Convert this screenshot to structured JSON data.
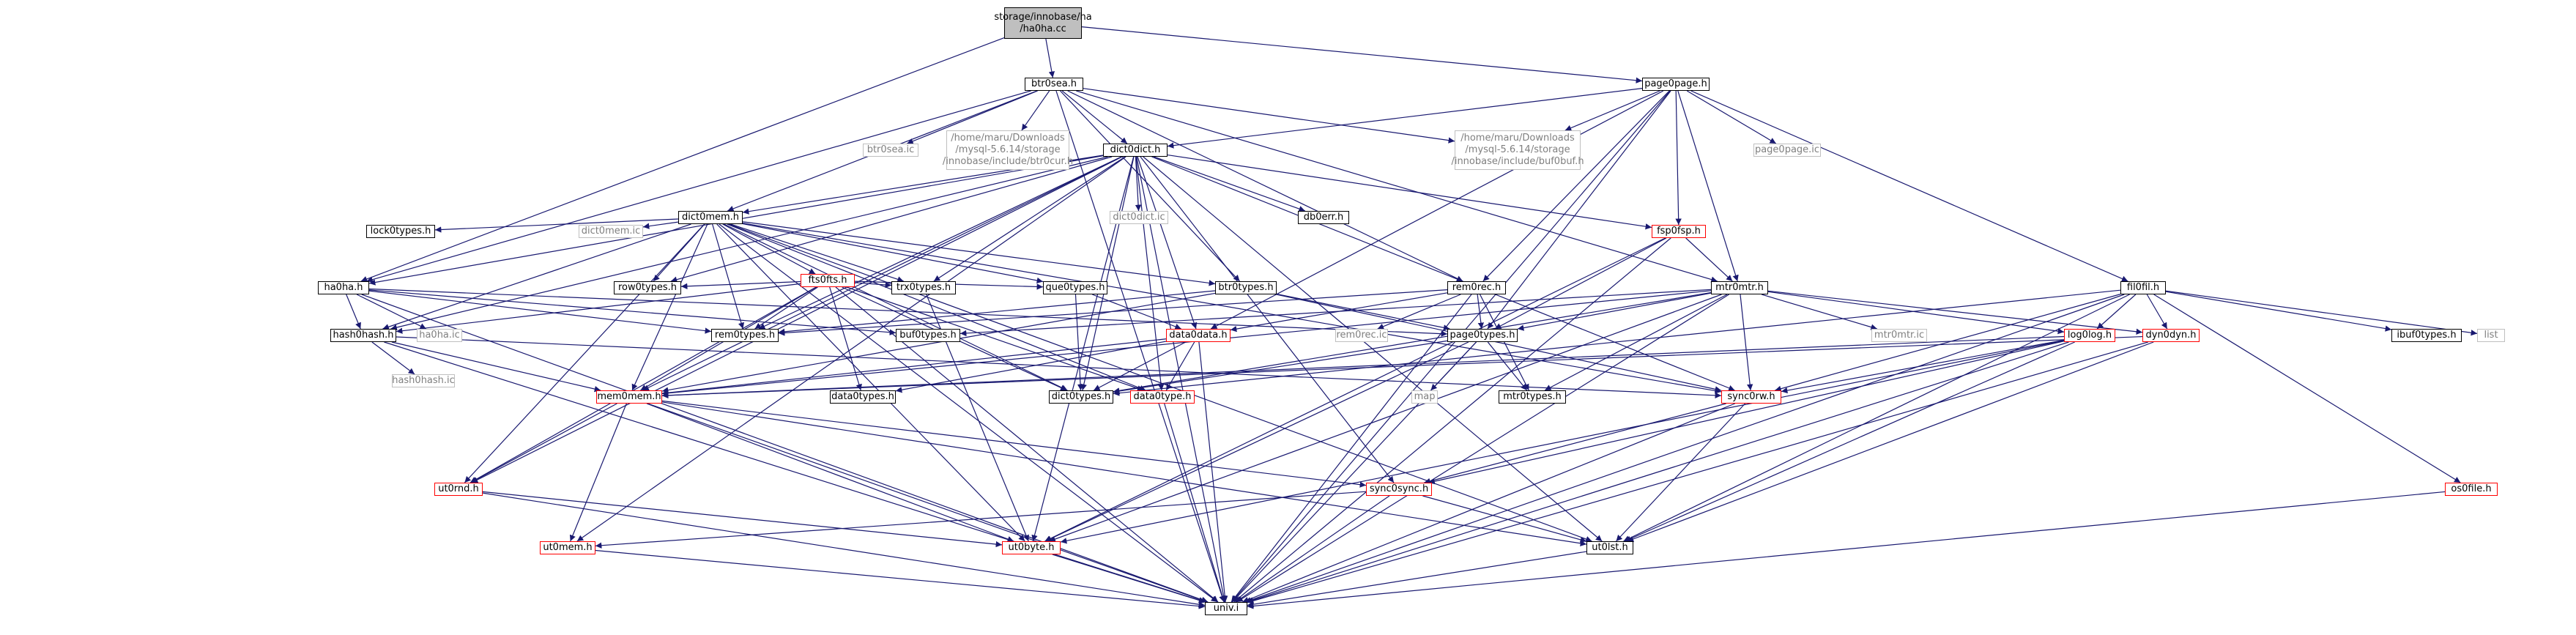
{
  "nodes": {
    "root": {
      "label": "storage/innobase/ha\n/ha0ha.cc",
      "style": "root"
    },
    "btr0sea_h": {
      "label": "btr0sea.h",
      "style": "plain"
    },
    "page0page_h": {
      "label": "page0page.h",
      "style": "plain"
    },
    "btr0sea_ic": {
      "label": "btr0sea.ic",
      "style": "grey"
    },
    "btr0cur_h": {
      "label": "/home/maru/Downloads\n/mysql-5.6.14/storage\n/innobase/include/btr0cur.h",
      "style": "grey"
    },
    "dict0dict_h": {
      "label": "dict0dict.h",
      "style": "plain"
    },
    "buf0buf_h": {
      "label": "/home/maru/Downloads\n/mysql-5.6.14/storage\n/innobase/include/buf0buf.h",
      "style": "grey"
    },
    "page0page_ic": {
      "label": "page0page.ic",
      "style": "grey"
    },
    "dict0dict_ic": {
      "label": "dict0dict.ic",
      "style": "grey"
    },
    "db0err_h": {
      "label": "db0err.h",
      "style": "plain"
    },
    "dict0mem_h": {
      "label": "dict0mem.h",
      "style": "plain"
    },
    "fsp0fsp_h": {
      "label": "fsp0fsp.h",
      "style": "red"
    },
    "mtr0mtr_h": {
      "label": "mtr0mtr.h",
      "style": "plain"
    },
    "fil0fil_h": {
      "label": "fil0fil.h",
      "style": "plain"
    },
    "lock0types_h": {
      "label": "lock0types.h",
      "style": "plain"
    },
    "dict0mem_ic": {
      "label": "dict0mem.ic",
      "style": "grey"
    },
    "fts0fts_h": {
      "label": "fts0fts.h",
      "style": "red"
    },
    "row0types_h": {
      "label": "row0types.h",
      "style": "plain"
    },
    "trx0types_h": {
      "label": "trx0types.h",
      "style": "plain"
    },
    "que0types_h": {
      "label": "que0types.h",
      "style": "plain"
    },
    "btr0types_h": {
      "label": "btr0types.h",
      "style": "plain"
    },
    "rem0rec_h": {
      "label": "rem0rec.h",
      "style": "plain"
    },
    "mtr0mtr_ic": {
      "label": "mtr0mtr.ic",
      "style": "grey"
    },
    "log0log_h": {
      "label": "log0log.h",
      "style": "red"
    },
    "dyn0dyn_h": {
      "label": "dyn0dyn.h",
      "style": "red"
    },
    "ibuf0types_h": {
      "label": "ibuf0types.h",
      "style": "plain"
    },
    "list": {
      "label": "list",
      "style": "grey"
    },
    "ha0ha_h": {
      "label": "ha0ha.h",
      "style": "plain"
    },
    "ha0ha_ic": {
      "label": "ha0ha.ic",
      "style": "grey"
    },
    "hash0hash_h": {
      "label": "hash0hash.h",
      "style": "plain"
    },
    "rem0types_h": {
      "label": "rem0types.h",
      "style": "plain"
    },
    "buf0types_h": {
      "label": "buf0types.h",
      "style": "plain"
    },
    "data0data_h": {
      "label": "data0data.h",
      "style": "red"
    },
    "rem0rec_ic": {
      "label": "rem0rec.ic",
      "style": "grey"
    },
    "page0types_h": {
      "label": "page0types.h",
      "style": "plain"
    },
    "os0file_h": {
      "label": "os0file.h",
      "style": "red"
    },
    "hash0hash_ic": {
      "label": "hash0hash.ic",
      "style": "grey"
    },
    "mem0mem_h": {
      "label": "mem0mem.h",
      "style": "red"
    },
    "data0types_h": {
      "label": "data0types.h",
      "style": "plain"
    },
    "dict0types_h": {
      "label": "dict0types.h",
      "style": "plain"
    },
    "data0type_h": {
      "label": "data0type.h",
      "style": "red"
    },
    "map": {
      "label": "map",
      "style": "grey"
    },
    "mtr0types_h": {
      "label": "mtr0types.h",
      "style": "plain"
    },
    "sync0rw_h": {
      "label": "sync0rw.h",
      "style": "red"
    },
    "ut0rnd_h": {
      "label": "ut0rnd.h",
      "style": "red"
    },
    "sync0sync_h": {
      "label": "sync0sync.h",
      "style": "red"
    },
    "ut0mem_h": {
      "label": "ut0mem.h",
      "style": "red"
    },
    "ut0byte_h": {
      "label": "ut0byte.h",
      "style": "red"
    },
    "ut0lst_h": {
      "label": "ut0lst.h",
      "style": "plain"
    },
    "univ_i": {
      "label": "univ.i",
      "style": "plain"
    }
  },
  "edges": [
    [
      "root",
      "btr0sea_h"
    ],
    [
      "root",
      "page0page_h"
    ],
    [
      "root",
      "ha0ha_h"
    ],
    [
      "btr0sea_h",
      "btr0sea_ic"
    ],
    [
      "btr0sea_h",
      "btr0cur_h"
    ],
    [
      "btr0sea_h",
      "dict0dict_h"
    ],
    [
      "btr0sea_h",
      "buf0buf_h"
    ],
    [
      "btr0sea_h",
      "dict0mem_h"
    ],
    [
      "btr0sea_h",
      "rem0rec_h"
    ],
    [
      "btr0sea_h",
      "btr0types_h"
    ],
    [
      "btr0sea_h",
      "mtr0mtr_h"
    ],
    [
      "btr0sea_h",
      "ha0ha_h"
    ],
    [
      "btr0sea_h",
      "univ_i"
    ],
    [
      "page0page_h",
      "dict0dict_h"
    ],
    [
      "page0page_h",
      "buf0buf_h"
    ],
    [
      "page0page_h",
      "page0page_ic"
    ],
    [
      "page0page_h",
      "fsp0fsp_h"
    ],
    [
      "page0page_h",
      "mtr0mtr_h"
    ],
    [
      "page0page_h",
      "fil0fil_h"
    ],
    [
      "page0page_h",
      "rem0rec_h"
    ],
    [
      "page0page_h",
      "page0types_h"
    ],
    [
      "page0page_h",
      "data0data_h"
    ],
    [
      "page0page_h",
      "univ_i"
    ],
    [
      "dict0dict_h",
      "dict0dict_ic"
    ],
    [
      "dict0dict_h",
      "db0err_h"
    ],
    [
      "dict0dict_h",
      "dict0mem_h"
    ],
    [
      "dict0dict_h",
      "trx0types_h"
    ],
    [
      "dict0dict_h",
      "row0types_h"
    ],
    [
      "dict0dict_h",
      "rem0types_h"
    ],
    [
      "dict0dict_h",
      "data0type_h"
    ],
    [
      "dict0dict_h",
      "data0data_h"
    ],
    [
      "dict0dict_h",
      "hash0hash_h"
    ],
    [
      "dict0dict_h",
      "mem0mem_h"
    ],
    [
      "dict0dict_h",
      "ut0rnd_h"
    ],
    [
      "dict0dict_h",
      "ut0byte_h"
    ],
    [
      "dict0dict_h",
      "ut0mem_h"
    ],
    [
      "dict0dict_h",
      "ut0lst_h"
    ],
    [
      "dict0dict_h",
      "sync0sync_h"
    ],
    [
      "dict0dict_h",
      "sync0rw_h"
    ],
    [
      "dict0dict_h",
      "fsp0fsp_h"
    ],
    [
      "dict0dict_h",
      "dict0types_h"
    ],
    [
      "dict0dict_h",
      "ha0ha_h"
    ],
    [
      "dict0dict_h",
      "univ_i"
    ],
    [
      "dict0mem_h",
      "lock0types_h"
    ],
    [
      "dict0mem_h",
      "dict0mem_ic"
    ],
    [
      "dict0mem_h",
      "fts0fts_h"
    ],
    [
      "dict0mem_h",
      "row0types_h"
    ],
    [
      "dict0mem_h",
      "trx0types_h"
    ],
    [
      "dict0mem_h",
      "que0types_h"
    ],
    [
      "dict0mem_h",
      "btr0types_h"
    ],
    [
      "dict0mem_h",
      "rem0types_h"
    ],
    [
      "dict0mem_h",
      "hash0hash_h"
    ],
    [
      "dict0mem_h",
      "mem0mem_h"
    ],
    [
      "dict0mem_h",
      "data0type_h"
    ],
    [
      "dict0mem_h",
      "dict0types_h"
    ],
    [
      "dict0mem_h",
      "ut0rnd_h"
    ],
    [
      "dict0mem_h",
      "ut0byte_h"
    ],
    [
      "dict0mem_h",
      "ut0lst_h"
    ],
    [
      "dict0mem_h",
      "sync0rw_h"
    ],
    [
      "dict0mem_h",
      "univ_i"
    ],
    [
      "fts0fts_h",
      "row0types_h"
    ],
    [
      "fts0fts_h",
      "trx0types_h"
    ],
    [
      "fts0fts_h",
      "que0types_h"
    ],
    [
      "fts0fts_h",
      "rem0types_h"
    ],
    [
      "fts0fts_h",
      "hash0hash_h"
    ],
    [
      "fts0fts_h",
      "mem0mem_h"
    ],
    [
      "fts0fts_h",
      "data0type_h"
    ],
    [
      "fts0fts_h",
      "dict0types_h"
    ],
    [
      "fts0fts_h",
      "data0types_h"
    ],
    [
      "fts0fts_h",
      "ut0rnd_h"
    ],
    [
      "fts0fts_h",
      "univ_i"
    ],
    [
      "trx0types_h",
      "ut0byte_h"
    ],
    [
      "que0types_h",
      "data0data_h"
    ],
    [
      "que0types_h",
      "dict0types_h"
    ],
    [
      "btr0types_h",
      "rem0types_h"
    ],
    [
      "btr0types_h",
      "page0types_h"
    ],
    [
      "btr0types_h",
      "sync0rw_h"
    ],
    [
      "btr0types_h",
      "mem0mem_h"
    ],
    [
      "rem0rec_h",
      "rem0types_h"
    ],
    [
      "rem0rec_h",
      "rem0rec_ic"
    ],
    [
      "rem0rec_h",
      "page0types_h"
    ],
    [
      "rem0rec_h",
      "mtr0types_h"
    ],
    [
      "rem0rec_h",
      "data0data_h"
    ],
    [
      "rem0rec_h",
      "univ_i"
    ],
    [
      "mtr0mtr_h",
      "mtr0mtr_ic"
    ],
    [
      "mtr0mtr_h",
      "log0log_h"
    ],
    [
      "mtr0mtr_h",
      "dyn0dyn_h"
    ],
    [
      "mtr0mtr_h",
      "buf0types_h"
    ],
    [
      "mtr0mtr_h",
      "page0types_h"
    ],
    [
      "mtr0mtr_h",
      "mtr0types_h"
    ],
    [
      "mtr0mtr_h",
      "sync0rw_h"
    ],
    [
      "mtr0mtr_h",
      "mem0mem_h"
    ],
    [
      "mtr0mtr_h",
      "ut0byte_h"
    ],
    [
      "mtr0mtr_h",
      "dict0types_h"
    ],
    [
      "mtr0mtr_h",
      "univ_i"
    ],
    [
      "fsp0fsp_h",
      "mtr0mtr_h"
    ],
    [
      "fsp0fsp_h",
      "page0types_h"
    ],
    [
      "fsp0fsp_h",
      "ut0byte_h"
    ],
    [
      "fsp0fsp_h",
      "univ_i"
    ],
    [
      "fil0fil_h",
      "ibuf0types_h"
    ],
    [
      "fil0fil_h",
      "list"
    ],
    [
      "fil0fil_h",
      "os0file_h"
    ],
    [
      "fil0fil_h",
      "log0log_h"
    ],
    [
      "fil0fil_h",
      "dyn0dyn_h"
    ],
    [
      "fil0fil_h",
      "sync0rw_h"
    ],
    [
      "fil0fil_h",
      "ut0lst_h"
    ],
    [
      "fil0fil_h",
      "dict0types_h"
    ],
    [
      "fil0fil_h",
      "univ_i"
    ],
    [
      "log0log_h",
      "sync0rw_h"
    ],
    [
      "log0log_h",
      "sync0sync_h"
    ],
    [
      "log0log_h",
      "ut0byte_h"
    ],
    [
      "log0log_h",
      "ut0lst_h"
    ],
    [
      "log0log_h",
      "mem0mem_h"
    ],
    [
      "log0log_h",
      "univ_i"
    ],
    [
      "dyn0dyn_h",
      "mem0mem_h"
    ],
    [
      "dyn0dyn_h",
      "ut0lst_h"
    ],
    [
      "dyn0dyn_h",
      "univ_i"
    ],
    [
      "ha0ha_h",
      "hash0hash_h"
    ],
    [
      "ha0ha_h",
      "ha0ha_ic"
    ],
    [
      "ha0ha_h",
      "page0types_h"
    ],
    [
      "ha0ha_h",
      "buf0types_h"
    ],
    [
      "ha0ha_h",
      "rem0types_h"
    ],
    [
      "ha0ha_h",
      "univ_i"
    ],
    [
      "hash0hash_h",
      "hash0hash_ic"
    ],
    [
      "hash0hash_h",
      "mem0mem_h"
    ],
    [
      "hash0hash_h",
      "sync0rw_h"
    ],
    [
      "hash0hash_h",
      "univ_i"
    ],
    [
      "data0data_h",
      "data0types_h"
    ],
    [
      "data0data_h",
      "data0type_h"
    ],
    [
      "data0data_h",
      "dict0types_h"
    ],
    [
      "data0data_h",
      "mem0mem_h"
    ],
    [
      "data0data_h",
      "univ_i"
    ],
    [
      "page0types_h",
      "map"
    ],
    [
      "page0types_h",
      "mtr0types_h"
    ],
    [
      "page0types_h",
      "dict0types_h"
    ],
    [
      "page0types_h",
      "ut0byte_h"
    ],
    [
      "page0types_h",
      "univ_i"
    ],
    [
      "os0file_h",
      "univ_i"
    ],
    [
      "mem0mem_h",
      "ut0rnd_h"
    ],
    [
      "mem0mem_h",
      "ut0mem_h"
    ],
    [
      "mem0mem_h",
      "ut0byte_h"
    ],
    [
      "mem0mem_h",
      "ut0lst_h"
    ],
    [
      "mem0mem_h",
      "sync0sync_h"
    ],
    [
      "mem0mem_h",
      "univ_i"
    ],
    [
      "data0type_h",
      "univ_i"
    ],
    [
      "sync0rw_h",
      "sync0sync_h"
    ],
    [
      "sync0rw_h",
      "ut0lst_h"
    ],
    [
      "sync0rw_h",
      "univ_i"
    ],
    [
      "ut0rnd_h",
      "ut0byte_h"
    ],
    [
      "ut0rnd_h",
      "univ_i"
    ],
    [
      "sync0sync_h",
      "ut0mem_h"
    ],
    [
      "sync0sync_h",
      "ut0lst_h"
    ],
    [
      "sync0sync_h",
      "univ_i"
    ],
    [
      "ut0mem_h",
      "univ_i"
    ],
    [
      "ut0byte_h",
      "univ_i"
    ],
    [
      "ut0lst_h",
      "univ_i"
    ]
  ],
  "colors": {
    "edge": "#191970",
    "link_border": "#000000",
    "partial_border": "#ff0000",
    "external_border": "#bfbfbf",
    "external_text": "#7f7f7f",
    "root_fill": "#bfbfbf"
  }
}
